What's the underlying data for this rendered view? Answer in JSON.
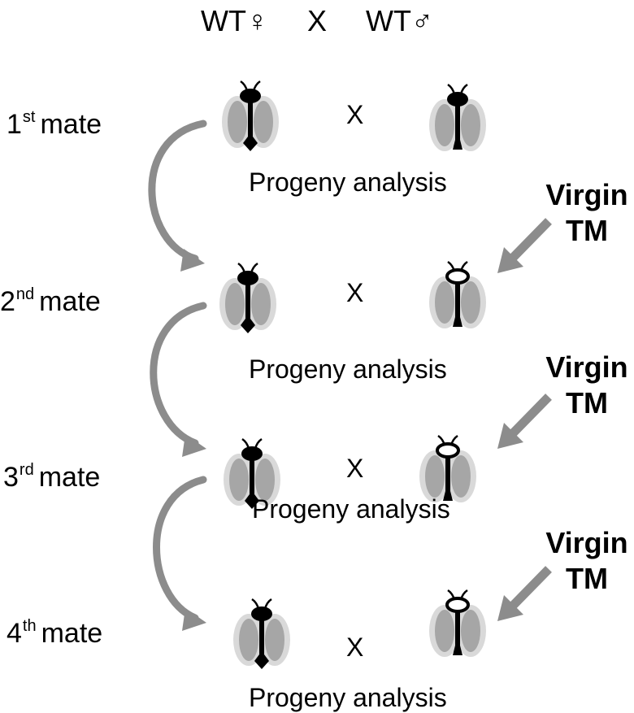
{
  "header": {
    "female": "WT♀",
    "cross": "X",
    "male": "WT♂"
  },
  "mates": [
    {
      "number": "1",
      "suffix": "st",
      "label": "mate",
      "cross": "X",
      "progeny": "Progeny analysis",
      "male_type": "WT"
    },
    {
      "number": "2",
      "suffix": "nd",
      "label": "mate",
      "cross": "X",
      "progeny": "Progeny analysis",
      "male_type": "TM"
    },
    {
      "number": "3",
      "suffix": "rd",
      "label": "mate",
      "cross": "X",
      "progeny": "Progeny analysis",
      "male_type": "TM"
    },
    {
      "number": "4",
      "suffix": "th",
      "label": "mate",
      "cross": "X",
      "progeny": "Progeny analysis",
      "male_type": "TM"
    }
  ],
  "virgin_labels": [
    {
      "line1": "Virgin",
      "line2": "TM"
    },
    {
      "line1": "Virgin",
      "line2": "TM"
    },
    {
      "line1": "Virgin",
      "line2": "TM"
    }
  ],
  "colors": {
    "wing_outer": "#d9d9d9",
    "wing_inner": "#a6a6a6",
    "body": "#000000",
    "arrow": "#8c8c8c",
    "arrow_edge": "#6e6e6e"
  }
}
